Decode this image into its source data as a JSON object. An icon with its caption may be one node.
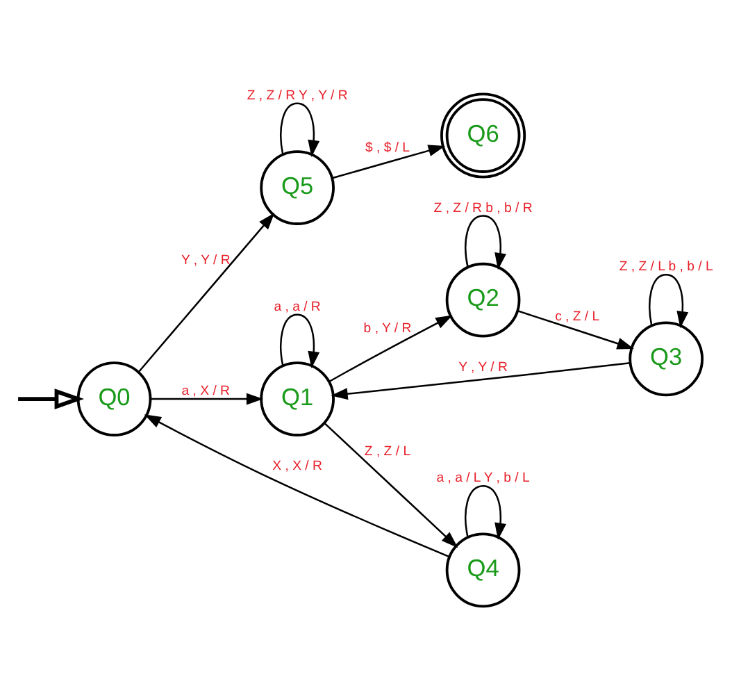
{
  "diagram": {
    "nodes": [
      {
        "text": [
          "Q5"
        ]
      },
      {
        "text": [
          "Q6"
        ]
      },
      {
        "text": [
          "Q0"
        ]
      },
      {
        "text": [
          "Q1"
        ]
      },
      {
        "text": [
          "Q2"
        ]
      },
      {
        "text": [
          "Q3"
        ]
      },
      {
        "text": [
          "Q4"
        ]
      }
    ],
    "edges": [
      {
        "from": null,
        "to": 2,
        "arrow": "to",
        "style": "thick"
      },
      {
        "from": 2,
        "to": 0,
        "arrow": "to",
        "label": "Y , Y / R"
      },
      {
        "from": 0,
        "to": 0,
        "arrow": "to",
        "label": "Z , Z / R Y , Y / R"
      },
      {
        "from": 0,
        "to": 1,
        "arrow": "to",
        "label": "$ , $ / L"
      },
      {
        "from": 2,
        "to": 3,
        "arrow": "to",
        "label": "a , X / R"
      },
      {
        "from": 3,
        "to": 3,
        "arrow": "to",
        "label": "a , a / R"
      },
      {
        "from": 3,
        "to": 4,
        "arrow": "to",
        "label": "b , Y / R"
      },
      {
        "from": 4,
        "to": 4,
        "arrow": "to",
        "label": "Z , Z / R b , b / R"
      },
      {
        "from": 4,
        "to": 5,
        "arrow": "to",
        "label": "c , Z / L"
      },
      {
        "from": 5,
        "to": 5,
        "arrow": "to",
        "label": "Z , Z / L b , b / L"
      },
      {
        "from": 5,
        "to": 3,
        "arrow": "to",
        "label": "Y , Y / R"
      },
      {
        "from": 3,
        "to": 6,
        "arrow": "to",
        "label": "Z , Z / L"
      },
      {
        "from": 6,
        "to": 6,
        "arrow": "to",
        "label": "a , a / L Y , b / L"
      },
      {
        "from": 6,
        "to": 2,
        "arrow": "to",
        "label": "X , X / R"
      }
    ]
  }
}
